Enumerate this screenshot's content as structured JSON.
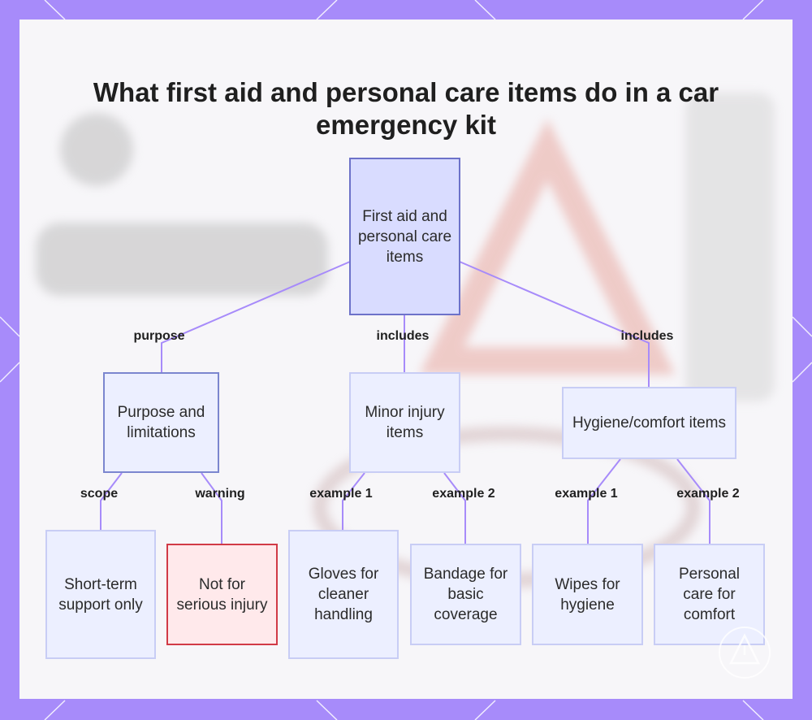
{
  "title": "What first aid and personal care items do in a car emergency kit",
  "nodes": {
    "root": "First aid and personal care items",
    "purpose": "Purpose and limitations",
    "minor": "Minor injury items",
    "hygiene": "Hygiene/comfort items",
    "short_term": "Short-term support only",
    "not_serious": "Not for serious injury",
    "gloves": "Gloves for cleaner handling",
    "bandage": "Bandage for basic coverage",
    "wipes": "Wipes for hygiene",
    "personal_care": "Personal care for comfort"
  },
  "edges": {
    "purpose": "purpose",
    "includes_1": "includes",
    "includes_2": "includes",
    "scope": "scope",
    "warning": "warning",
    "example1_a": "example 1",
    "example2_a": "example 2",
    "example1_b": "example 1",
    "example2_b": "example 2"
  },
  "colors": {
    "frame": "#a78bfa",
    "connector": "#a78bfa",
    "root_fill": "#d9dcff",
    "node_fill": "#ecefff",
    "warning_border": "#d13a46"
  }
}
